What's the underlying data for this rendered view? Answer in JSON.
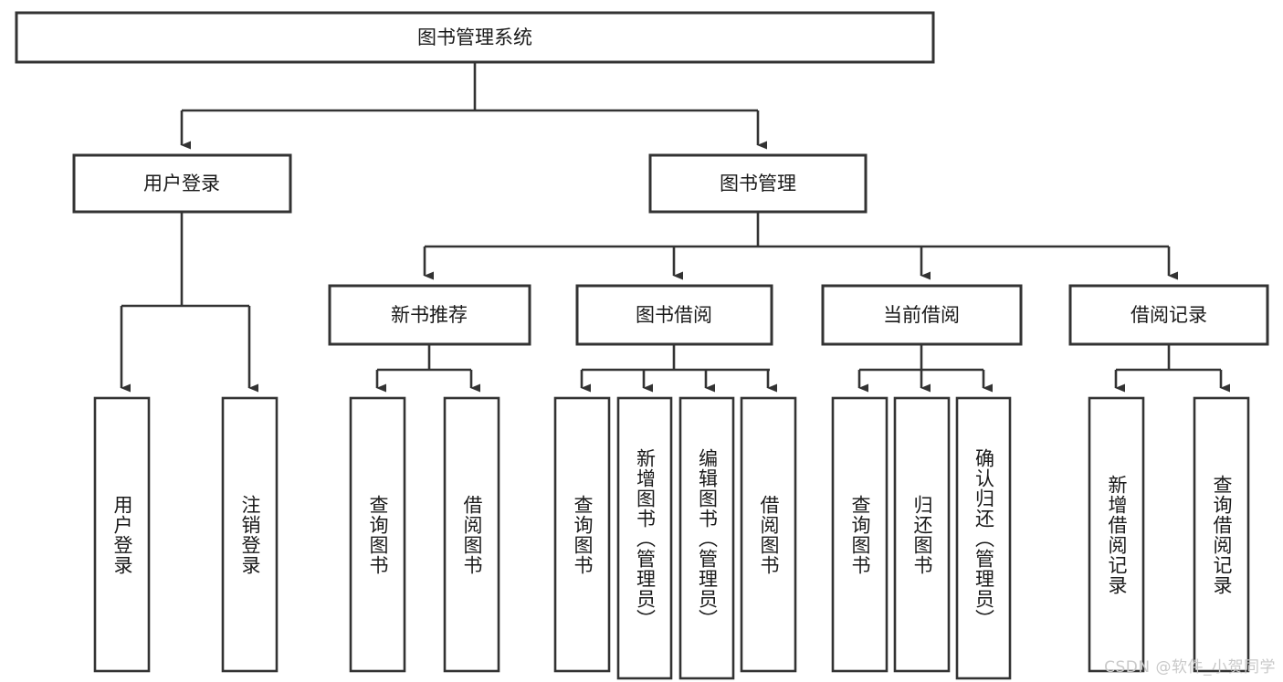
{
  "diagram": {
    "title": "图书管理系统",
    "type": "tree",
    "orientation": "top-down",
    "watermark": "CSDN @软件_小贺同学",
    "colors": {
      "stroke": "#333333",
      "fill": "#ffffff",
      "text": "#1a1a1a",
      "watermark": "#c9c9c9",
      "background": "#ffffff"
    },
    "root": {
      "label": "图书管理系统"
    },
    "level2": [
      {
        "label": "用户登录"
      },
      {
        "label": "图书管理"
      }
    ],
    "level3": [
      {
        "label": "新书推荐"
      },
      {
        "label": "图书借阅"
      },
      {
        "label": "当前借阅"
      },
      {
        "label": "借阅记录"
      }
    ],
    "leaves": {
      "user_login": [
        {
          "label": "用户登录"
        },
        {
          "label": "注销登录"
        }
      ],
      "new_book_recommend": [
        {
          "label": "查询图书"
        },
        {
          "label": "借阅图书"
        }
      ],
      "book_borrow": [
        {
          "label": "查询图书"
        },
        {
          "label": "新增图书（管理员）"
        },
        {
          "label": "编辑图书（管理员）"
        },
        {
          "label": "借阅图书"
        }
      ],
      "current_borrow": [
        {
          "label": "查询图书"
        },
        {
          "label": "归还图书"
        },
        {
          "label": "确认归还（管理员）"
        }
      ],
      "borrow_record": [
        {
          "label": "新增借阅记录"
        },
        {
          "label": "查询借阅记录"
        }
      ]
    }
  }
}
